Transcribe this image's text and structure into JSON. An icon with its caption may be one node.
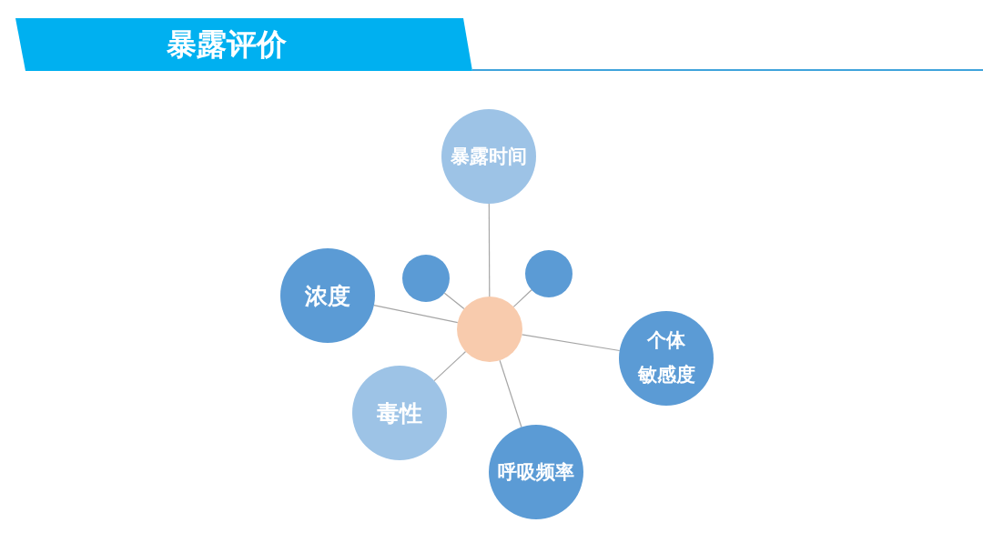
{
  "diagram": {
    "title": "暴露评价",
    "nodes": [
      {
        "text": [
          "暴露时间"
        ]
      },
      {
        "text": [
          "浓度"
        ]
      },
      {
        "text": [],
        "shape": "circle"
      },
      {
        "text": [],
        "shape": "circle"
      },
      {
        "text": [],
        "shape": "circle"
      },
      {
        "text": [
          "个体敏感度"
        ]
      },
      {
        "text": [
          "毒性"
        ]
      },
      {
        "text": [
          "呼吸频率"
        ]
      }
    ],
    "edges": [
      {
        "from": 4,
        "to": 0,
        "arrow": "none"
      },
      {
        "from": 4,
        "to": 1,
        "arrow": "none"
      },
      {
        "from": 4,
        "to": 2,
        "arrow": "none"
      },
      {
        "from": 4,
        "to": 3,
        "arrow": "none"
      },
      {
        "from": 4,
        "to": 5,
        "arrow": "none"
      },
      {
        "from": 4,
        "to": 6,
        "arrow": "none"
      },
      {
        "from": 4,
        "to": 7,
        "arrow": "none"
      }
    ]
  }
}
